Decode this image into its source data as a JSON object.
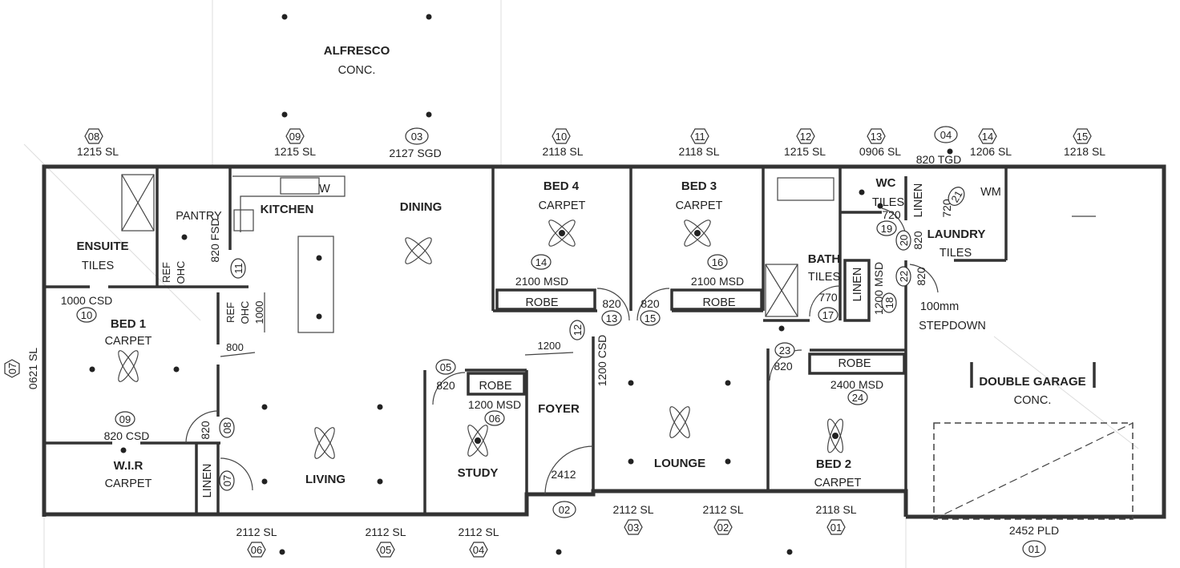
{
  "outdoor": {
    "alfresco": "ALFRESCO",
    "alfresco_surface": "CONC."
  },
  "windows_top": [
    {
      "tag": "08",
      "label": "1215 SL"
    },
    {
      "tag": "09",
      "label": "1215 SL"
    },
    {
      "tag": "03",
      "label": "2127 SGD"
    },
    {
      "tag": "10",
      "label": "2118 SL"
    },
    {
      "tag": "11",
      "label": "2118 SL"
    },
    {
      "tag": "12",
      "label": "1215 SL"
    },
    {
      "tag": "13",
      "label": "0906 SL"
    },
    {
      "tag": "04",
      "label": "820 TGD"
    },
    {
      "tag": "14",
      "label": "1206 SL"
    },
    {
      "tag": "15",
      "label": "1218 SL"
    }
  ],
  "window_left": {
    "tag": "07",
    "label": "0621 SL"
  },
  "windows_bottom": [
    {
      "tag": "06",
      "label": "2112 SL"
    },
    {
      "tag": "05",
      "label": "2112 SL"
    },
    {
      "tag": "04",
      "label": "2112 SL"
    },
    {
      "tag": "02",
      "label": ""
    },
    {
      "tag": "03",
      "label": "2112 SL"
    },
    {
      "tag": "02",
      "label": "2112 SL"
    },
    {
      "tag": "01",
      "label": "2118 SL"
    },
    {
      "tag": "01",
      "label": "2452 PLD"
    }
  ],
  "rooms": {
    "ensuite": {
      "name": "ENSUITE",
      "floor": "TILES"
    },
    "pantry": {
      "name": "PANTRY"
    },
    "kitchen": {
      "name": "KITCHEN"
    },
    "dining": {
      "name": "DINING"
    },
    "bed4": {
      "name": "BED 4",
      "floor": "CARPET"
    },
    "bed3": {
      "name": "BED 3",
      "floor": "CARPET"
    },
    "wc": {
      "name": "WC",
      "floor": "TILES"
    },
    "laundry": {
      "name": "LAUNDRY",
      "floor": "TILES",
      "wm": "WM"
    },
    "bath": {
      "name": "BATH",
      "floor": "TILES"
    },
    "bed1": {
      "name": "BED 1",
      "floor": "CARPET"
    },
    "garage": {
      "name": "DOUBLE GARAGE",
      "floor": "CONC.",
      "step1": "100mm",
      "step2": "STEPDOWN"
    },
    "wir": {
      "name": "W.I.R",
      "floor": "CARPET"
    },
    "living": {
      "name": "LIVING"
    },
    "study": {
      "name": "STUDY"
    },
    "foyer": {
      "name": "FOYER"
    },
    "lounge": {
      "name": "LOUNGE"
    },
    "bed2": {
      "name": "BED 2",
      "floor": "CARPET"
    }
  },
  "fixtures": {
    "robe": "ROBE",
    "linen": "LINEN",
    "ref": "REF",
    "ohc": "OHC",
    "w": "W"
  },
  "doors": [
    {
      "tag": "10",
      "label": "1000 CSD"
    },
    {
      "tag": "11",
      "label": "820 FSD"
    },
    {
      "tag": "14",
      "label": "2100 MSD"
    },
    {
      "tag": "16",
      "label": "2100 MSD"
    },
    {
      "tag": "13",
      "label": "820"
    },
    {
      "tag": "15",
      "label": "820"
    },
    {
      "tag": "12",
      "label": "1200 CSD"
    },
    {
      "tag": "17",
      "label": "770"
    },
    {
      "tag": "18",
      "label": "1200 MSD"
    },
    {
      "tag": "19",
      "label": "720"
    },
    {
      "tag": "21",
      "label": "720"
    },
    {
      "tag": "20",
      "label": "820"
    },
    {
      "tag": "22",
      "label": "820"
    },
    {
      "tag": "23",
      "label": "820"
    },
    {
      "tag": "24",
      "label": "2400 MSD"
    },
    {
      "tag": "05",
      "label": "820"
    },
    {
      "tag": "06",
      "label": "1200 MSD"
    },
    {
      "tag": "09",
      "label": "820 CSD"
    },
    {
      "tag": "08",
      "label": "820"
    },
    {
      "tag": "07",
      "label": ""
    },
    {
      "tag": "02",
      "label": "2412"
    }
  ],
  "dimensions": {
    "kitchen_gap": "1000",
    "hall_width": "800",
    "foyer_width": "1200"
  }
}
